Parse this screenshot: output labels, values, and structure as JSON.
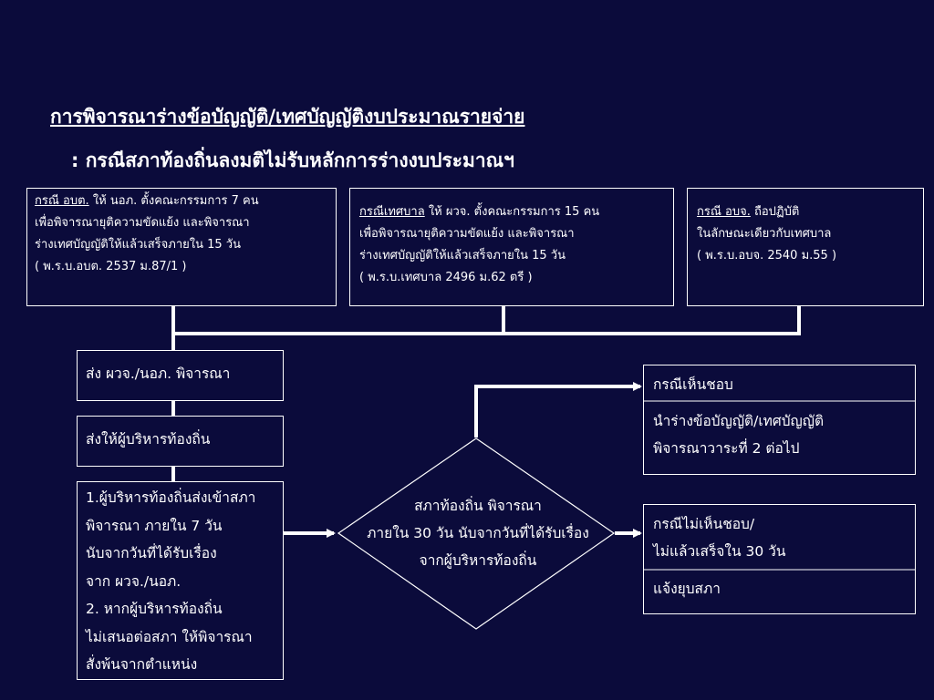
{
  "title": "การพิจารณาร่างข้อบัญญัติ/เทศบัญญัติงบประมาณรายจ่าย",
  "subtitle": ":  กรณีสภาท้องถิ่นลงมติไม่รับหลักการร่างงบประมาณฯ",
  "top_boxes": {
    "obt": {
      "label": "กรณี อบต.",
      "line1_rest": " ให้ นอภ. ตั้งคณะกรรมการ 7 คน",
      "line2": "เพื่อพิจารณายุติความขัดแย้ง และพิจารณา",
      "line3": "ร่างเทศบัญญัติให้แล้วเสร็จภายใน 15 วัน",
      "line4": "( พ.ร.บ.อบต. 2537 ม.87/1 )"
    },
    "municipality": {
      "label": "กรณีเทศบาล",
      "line1_rest": " ให้ ผวจ. ตั้งคณะกรรมการ 15 คน",
      "line2": "เพื่อพิจารณายุติความขัดแย้ง และพิจารณา",
      "line3": "ร่างเทศบัญญัติให้แล้วเสร็จภายใน 15 วัน",
      "line4": "( พ.ร.บ.เทศบาล 2496 ม.62 ตรี )"
    },
    "obj": {
      "label": "กรณี อบจ.",
      "line1_rest": " ถือปฏิบัติ",
      "line2": "ในลักษณะเดียวกับเทศบาล",
      "line3": "( พ.ร.บ.อบจ. 2540 ม.55 )"
    }
  },
  "left_boxes": {
    "send": "ส่ง ผวจ./นอภ. พิจารณา",
    "send_exec": "ส่งให้ผู้บริหารท้องถิ่น",
    "steps": [
      "1.ผู้บริหารท้องถิ่นส่งเข้าสภา",
      "พิจารณา ภายใน  7 วัน",
      "นับจากวันที่ได้รับเรื่อง",
      "จาก ผวจ./นอภ.",
      "2. หากผู้บริหารท้องถิ่น",
      "ไม่เสนอต่อสภา ให้พิจารณา",
      "สั่งพ้นจากตำแหน่ง"
    ]
  },
  "decision": {
    "line1": "สภาท้องถิ่น พิจารณา",
    "line2": "ภายใน 30 วัน นับจากวันที่ได้รับเรื่อง",
    "line3": "จากผู้บริหารท้องถิ่น"
  },
  "outcomes": {
    "agree": {
      "header": "กรณีเห็นชอบ",
      "body1": "นำร่างข้อบัญญัติ/เทศบัญญัติ",
      "body2": "พิจารณาวาระที่ 2 ต่อไป"
    },
    "disagree": {
      "header1": "กรณีไม่เห็นชอบ/",
      "header2": "ไม่แล้วเสร็จใน 30 วัน",
      "body": "แจ้งยุบสภา"
    }
  },
  "colors": {
    "background": "#0b0b3b",
    "foreground": "#ffffff"
  }
}
